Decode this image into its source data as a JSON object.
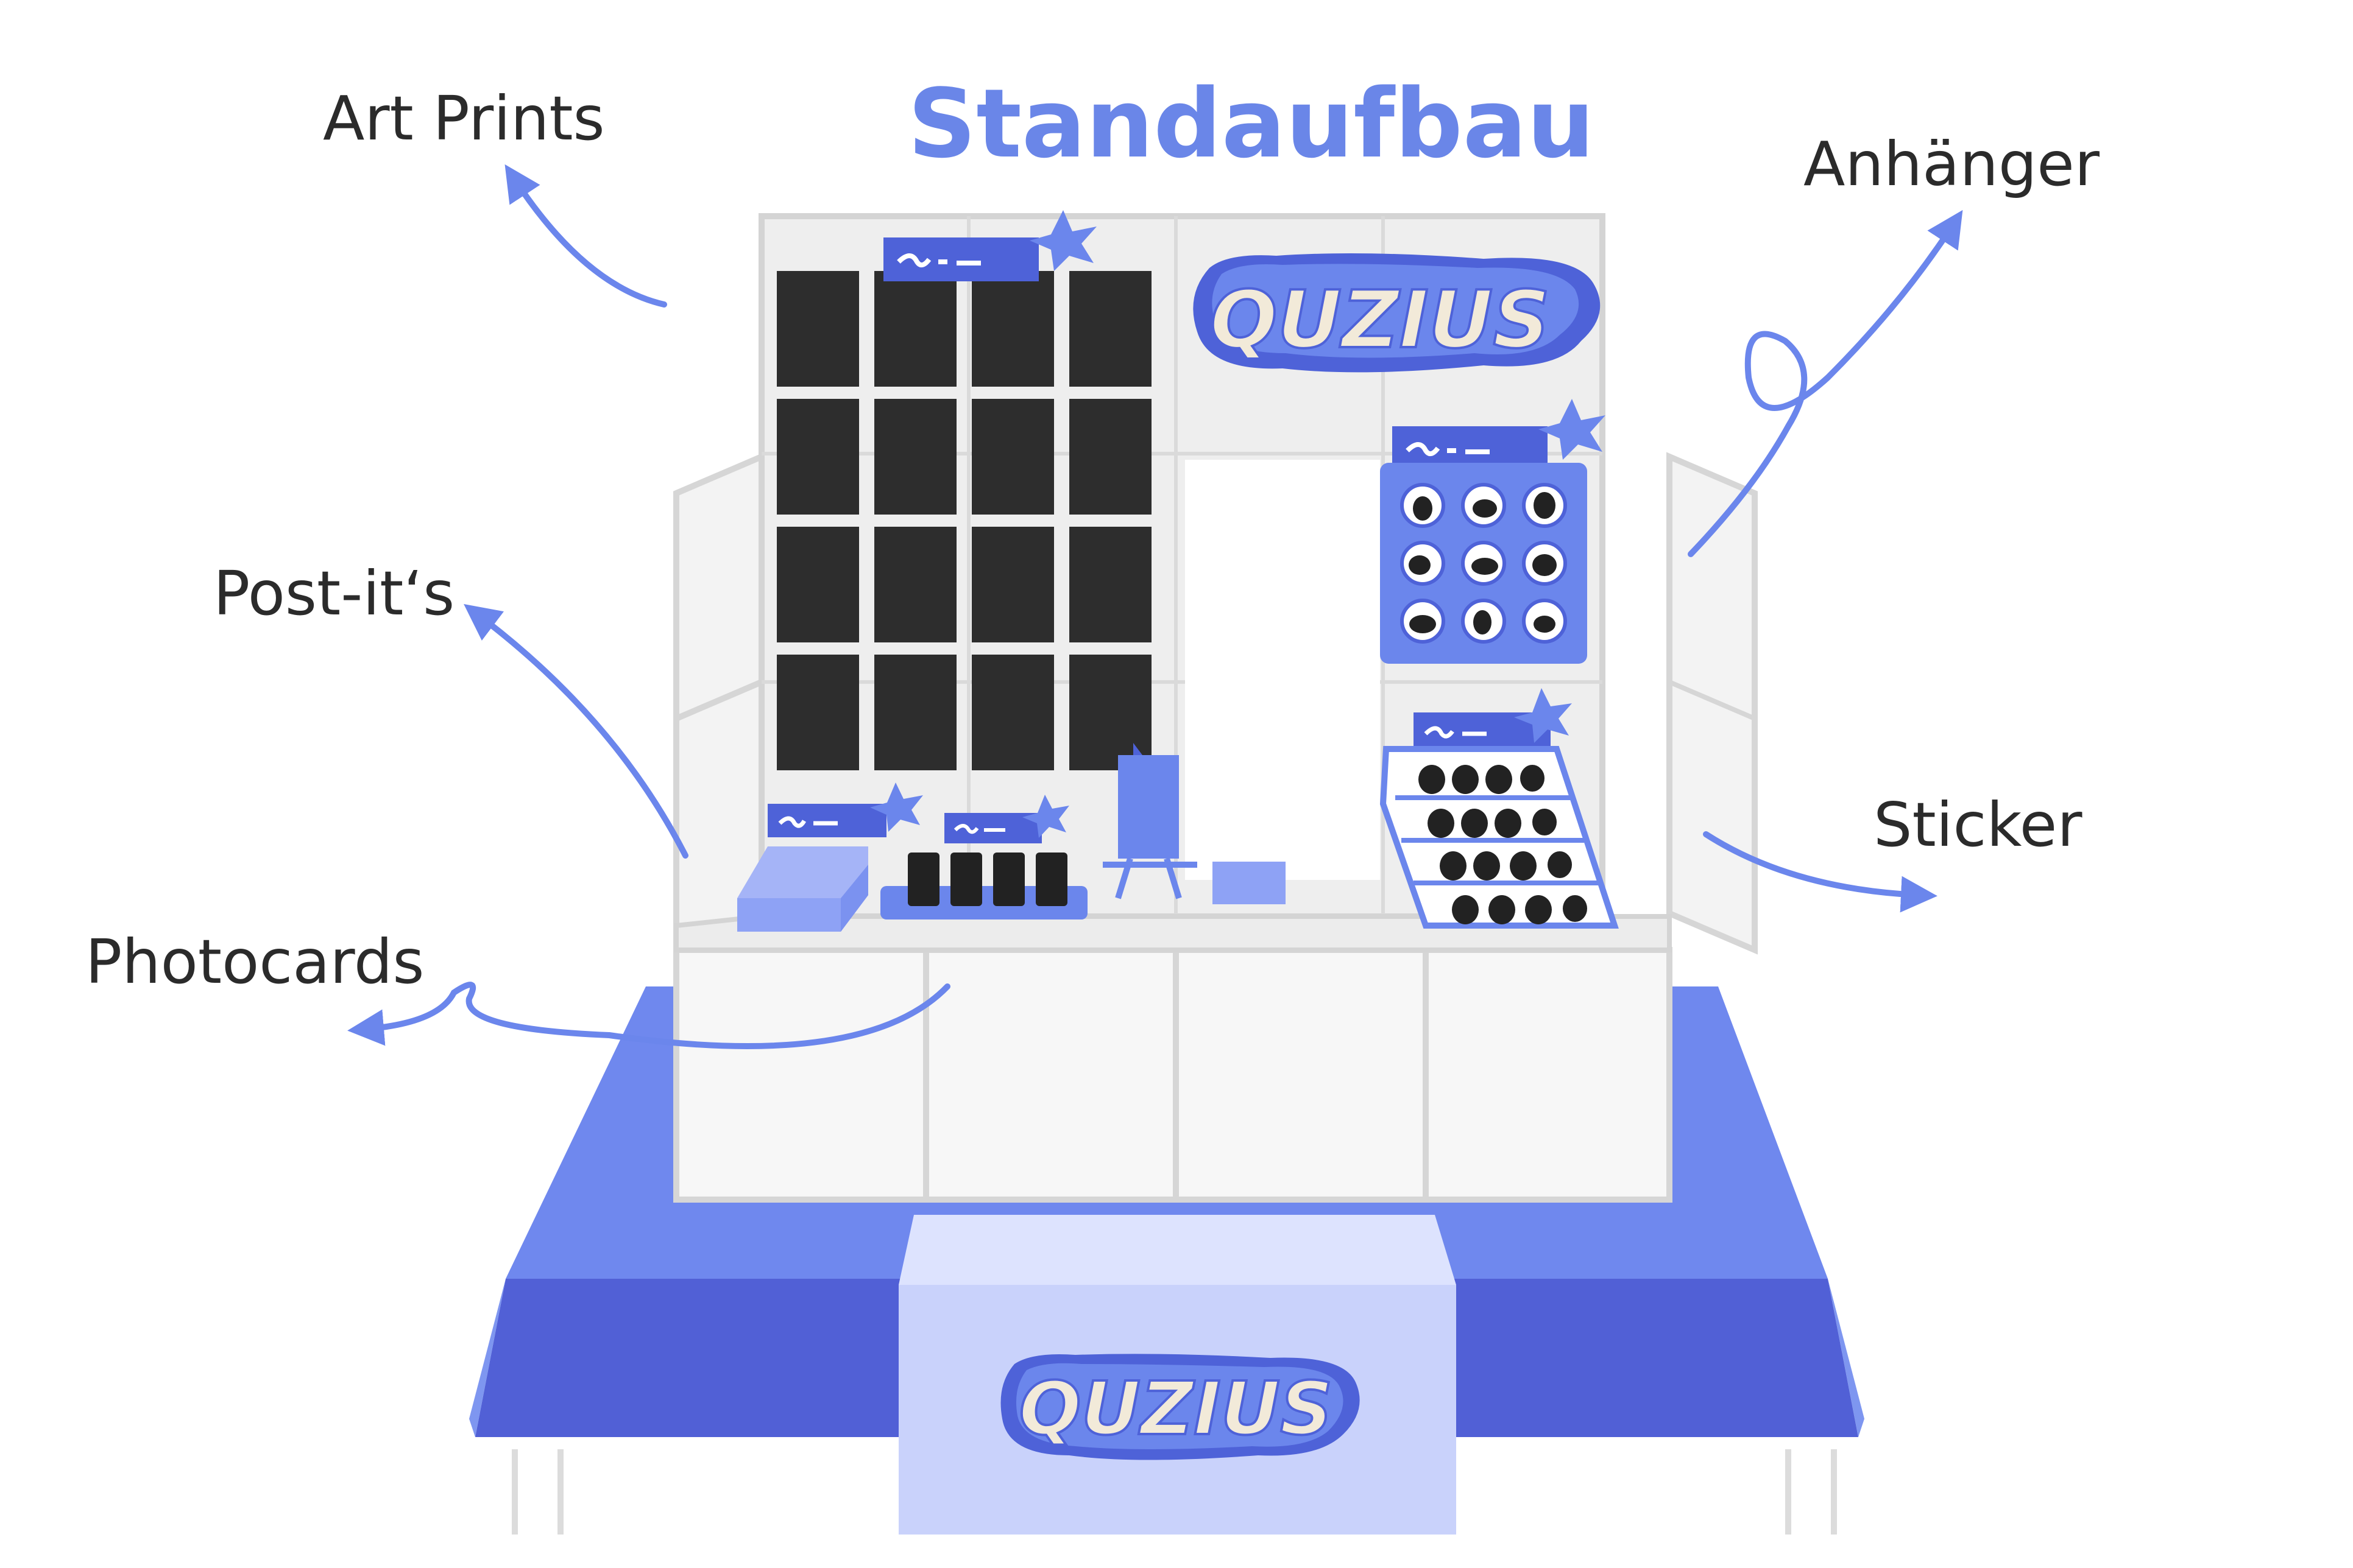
{
  "title": "Standaufbau",
  "labels": {
    "art_prints": "Art Prints",
    "anhaenger": "Anhänger",
    "post_its": "Post-it‘s",
    "sticker": "Sticker",
    "photocards": "Photocards"
  },
  "logo_text": "QUZIUS",
  "colors": {
    "accent": "#6B86EC",
    "title": "#6A86E8",
    "tablecloth": "#6F88EE",
    "tablecloth_dark": "#5160D6",
    "runner": "#C9D2FB",
    "panel": "#EEEEEE",
    "print": "#2D2D2D"
  }
}
